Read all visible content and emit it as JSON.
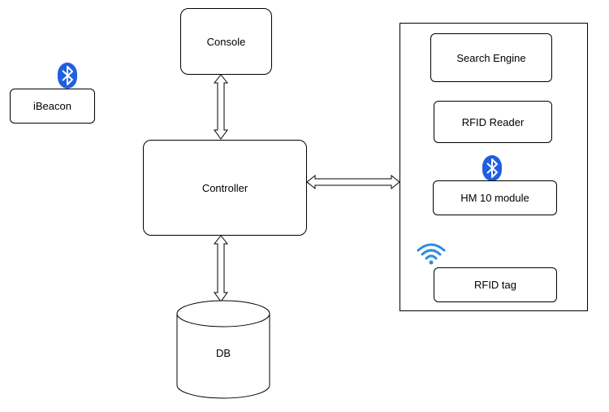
{
  "nodes": {
    "console": "Console",
    "controller": "Controller",
    "db": "DB",
    "ibeacon": "iBeacon",
    "search_engine": "Search Engine",
    "rfid_reader": "RFID Reader",
    "hm10_module": "HM 10 module",
    "rfid_tag": "RFID tag"
  },
  "icons": {
    "ibeacon_icon": "bluetooth-icon",
    "hm10_icon": "bluetooth-icon",
    "rfid_tag_icon": "wifi-icon"
  },
  "colors": {
    "bluetooth": "#1f5fe0",
    "wifi": "#2f8be0",
    "stroke": "#000000"
  }
}
